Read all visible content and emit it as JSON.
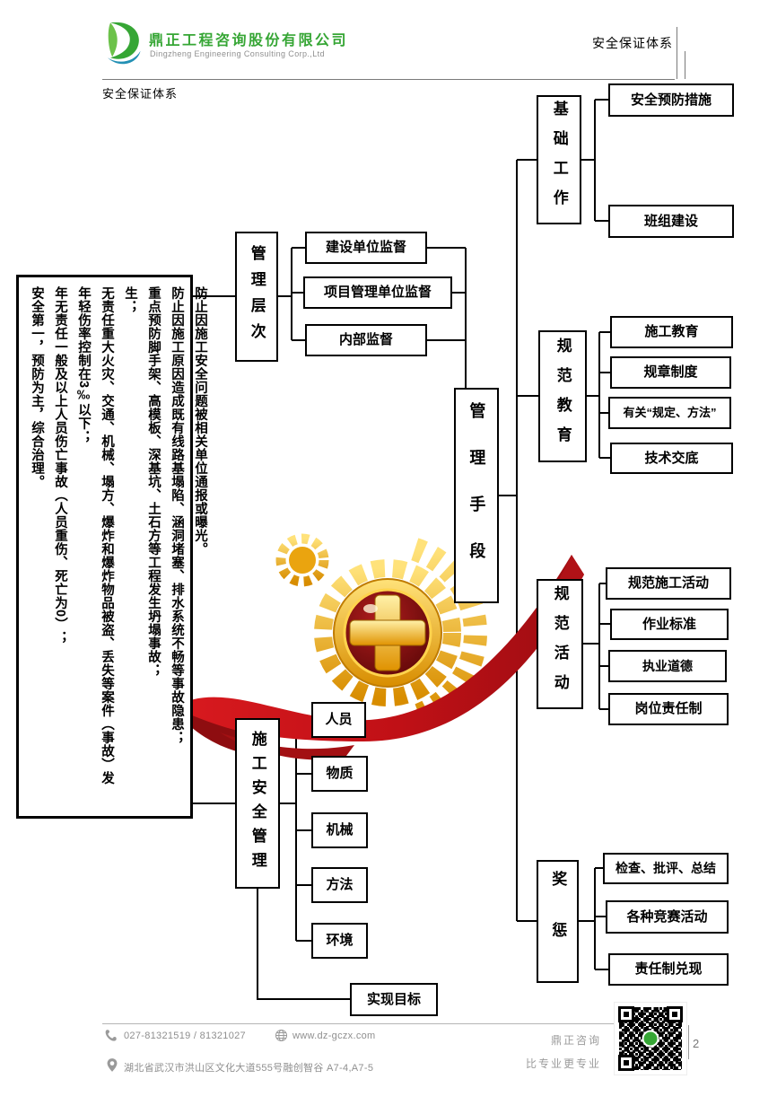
{
  "header": {
    "company_cn": "鼎正工程咨询股份有限公司",
    "company_en": "Dingzheng Engineering Consulting Corp.,Ltd",
    "doc_title": "安全保证体系",
    "section_title": "安全保证体系"
  },
  "policy_box": {
    "lines": [
      "安全第一，预防为主，综合治理。",
      "年无责任一般及以上人员伤亡事故（人员重伤、死亡为0）；",
      "年轻伤率控制在3‰以下；",
      "无责任重大火灾、交通、机械、塌方、爆炸和爆炸物品被盗、丢失等案件（事故）发生；",
      "重点预防脚手架、高模板、深基坑、土石方等工程发生坍塌事故；",
      "防止因施工原因造成既有线路基塌陷、涵洞堵塞、排水系统不畅等事故隐患；",
      "防止因施工安全问题被相关单位通报或曝光。"
    ]
  },
  "chart": {
    "management_level": {
      "label": "管理层次",
      "children": [
        "建设单位监督",
        "项目管理单位监督",
        "内部监督"
      ]
    },
    "management_means": {
      "label": "管理手段"
    },
    "basic_work": {
      "label": "基础工作",
      "children": [
        "安全预防措施",
        "班组建设"
      ]
    },
    "standard_education": {
      "label": "规范教育",
      "children": [
        "施工教育",
        "规章制度",
        "有关“规定、方法”",
        "技术交底"
      ]
    },
    "standard_activity": {
      "label": "规范活动",
      "children": [
        "规范施工活动",
        "作业标准",
        "执业道德",
        "岗位责任制"
      ]
    },
    "reward_punishment": {
      "label": "奖惩",
      "children": [
        "检查、批评、总结",
        "各种竞赛活动",
        "责任制兑现"
      ]
    },
    "construction_safety": {
      "label": "施工安全管理",
      "children": [
        "人员",
        "物质",
        "机械",
        "方法",
        "环境"
      ]
    },
    "goal": {
      "label": "实现目标"
    }
  },
  "footer": {
    "phone": "027-81321519 / 81321027",
    "website": "www.dz-gczx.com",
    "address": "湖北省武汉市洪山区文化大道555号融创智谷 A7-4,A7-5",
    "brand": "鼎正咨询",
    "slogan": "比专业更专业",
    "page": "2"
  },
  "colors": {
    "brand_green": "#36a635",
    "ribbon_red": "#c01418",
    "gold": "#e8a400",
    "line_black": "#000000",
    "footer_gray": "#8f8f8f"
  },
  "icons": {
    "logo": "company-logo",
    "phone": "phone-icon",
    "website": "globe-icon",
    "address": "location-pin-icon",
    "qr": "qr-code"
  }
}
